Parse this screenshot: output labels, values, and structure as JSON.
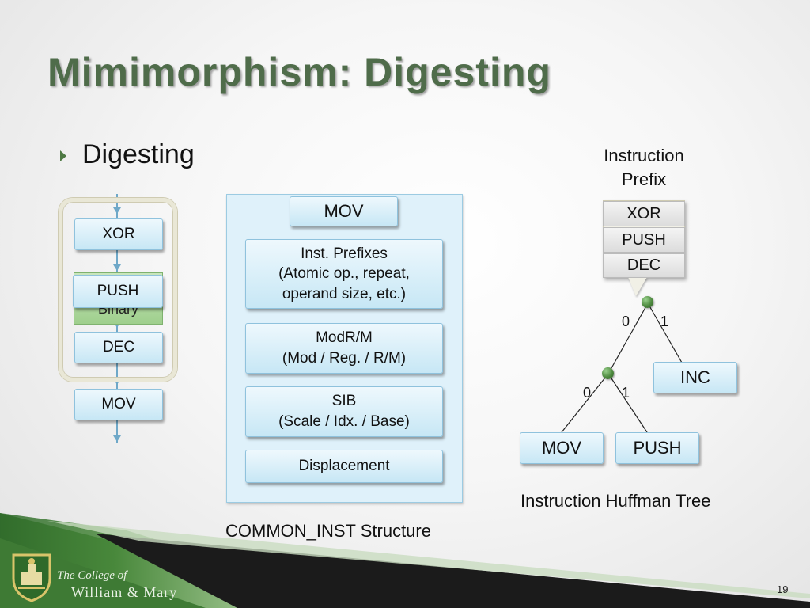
{
  "slide": {
    "title": "Mimimorphism: Digesting",
    "bullet": "Digesting",
    "page_number": "19"
  },
  "binary_column": {
    "items": [
      "XOR",
      "PUSH",
      "DEC",
      "MOV"
    ],
    "binary_label": "Binary"
  },
  "common_inst": {
    "header": "MOV",
    "fields": [
      "Inst. Prefixes\n(Atomic op., repeat,\noperand size, etc.)",
      "ModR/M\n(Mod / Reg. / R/M)",
      "SIB\n(Scale / Idx. / Base)",
      "Displacement"
    ],
    "caption": "COMMON_INST Structure"
  },
  "huffman": {
    "prefix_label": "Instruction\nPrefix",
    "prefix_items": [
      "XOR",
      "PUSH",
      "DEC"
    ],
    "root_edges": [
      "0",
      "1"
    ],
    "child_edges": [
      "0",
      "1"
    ],
    "leaves": [
      "INC",
      "MOV",
      "PUSH"
    ],
    "caption": "Instruction Huffman Tree"
  },
  "footer": {
    "college_line1": "The College of",
    "college_line2": "William & Mary",
    "colors": {
      "green": "#3e7a34",
      "dark": "#1b1b1b"
    }
  }
}
